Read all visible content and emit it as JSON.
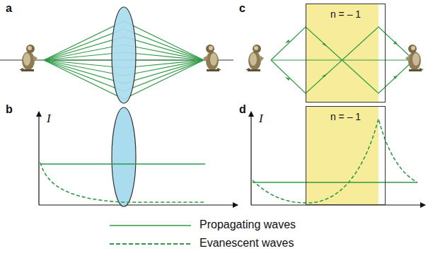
{
  "diagram": {
    "nodes": [
      {
        "text": [
          "n = – 1"
        ]
      },
      {
        "text": [
          "n = – 1"
        ]
      }
    ],
    "edges": [],
    "labels": [
      "a",
      "c",
      "b",
      "d",
      "I",
      "I"
    ],
    "legend": [
      {
        "text": "Propagating waves"
      },
      {
        "text": "Evanescent waves"
      }
    ]
  }
}
